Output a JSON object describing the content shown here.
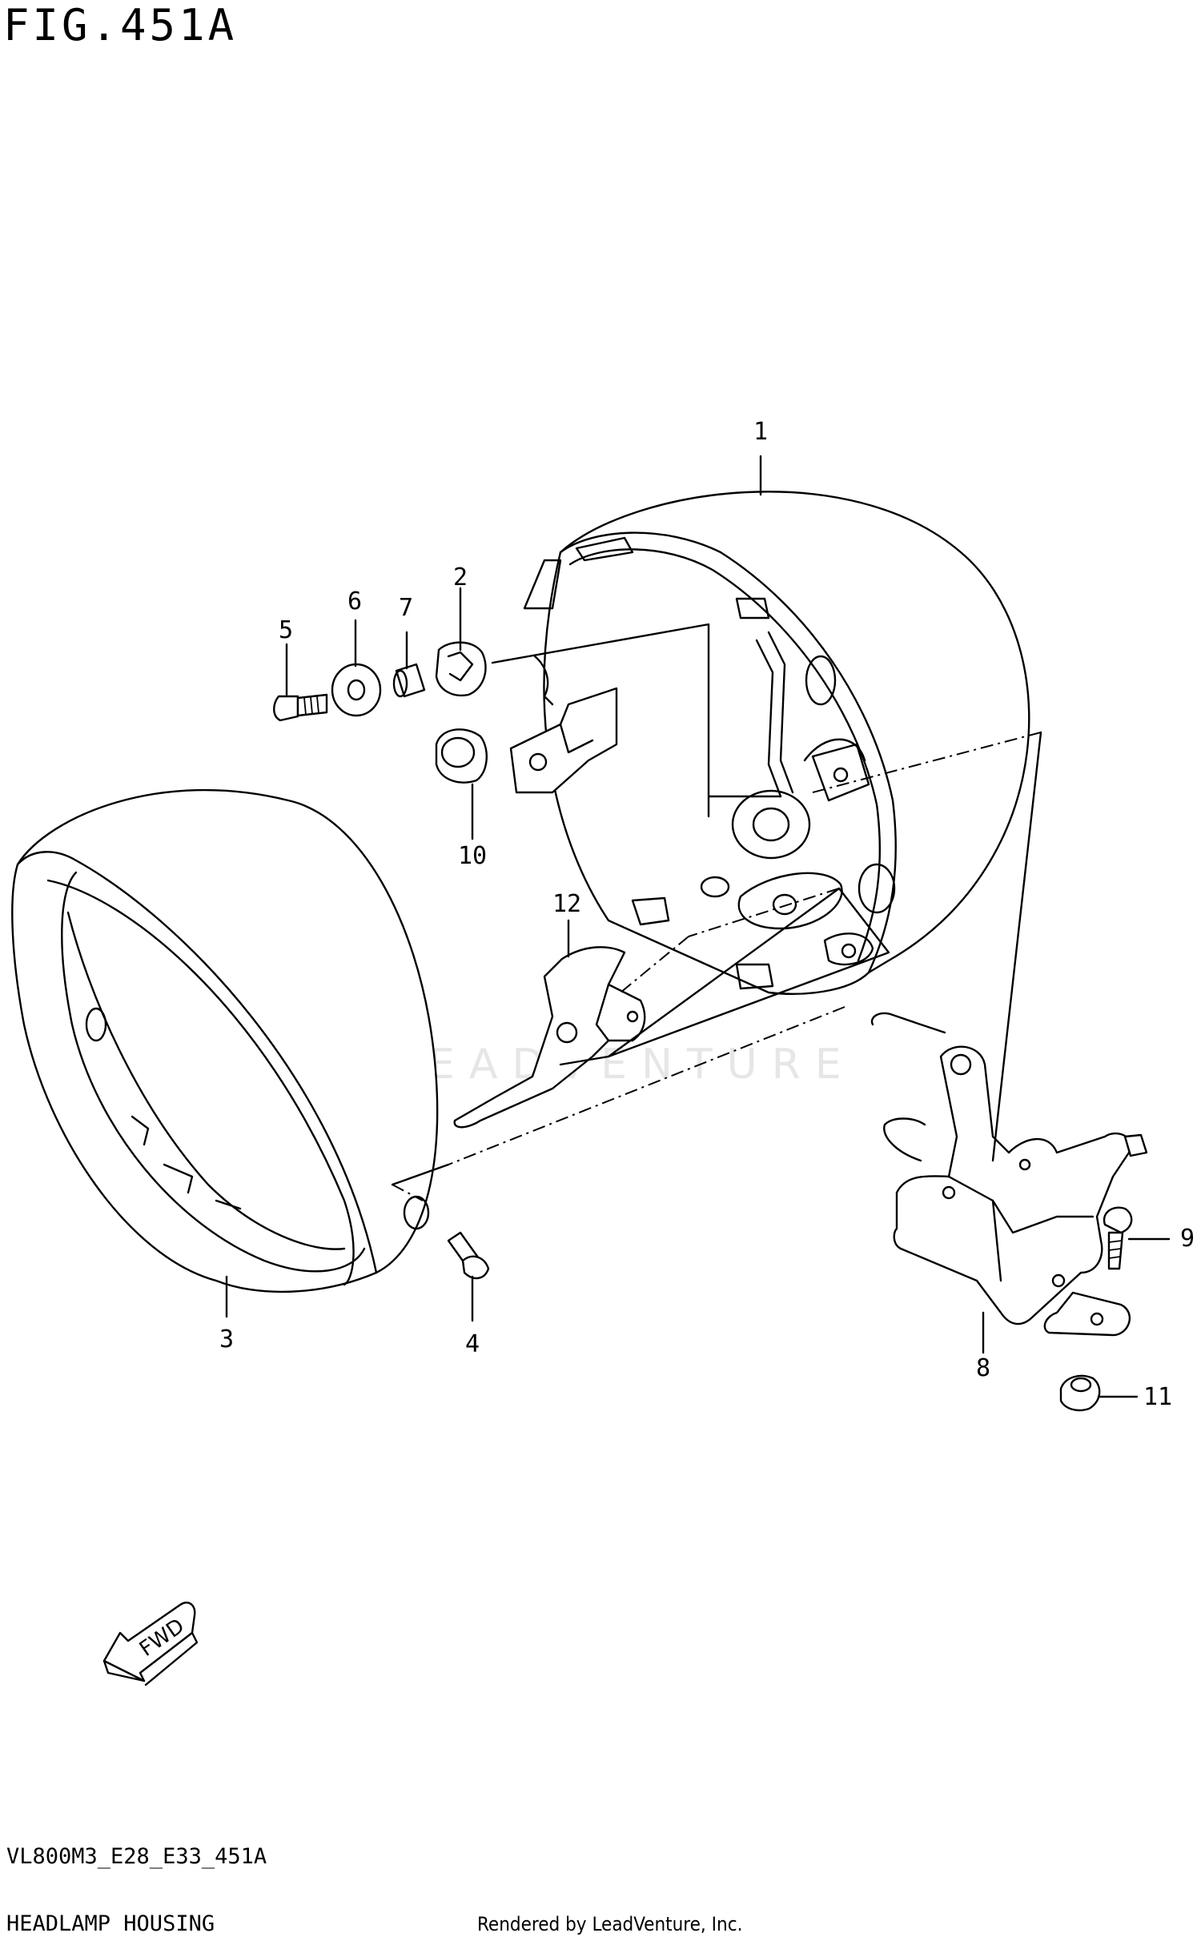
{
  "figure": {
    "title": "FIG.451A",
    "code": "VL800M3_E28_E33_451A",
    "name": "HEADLAMP HOUSING",
    "credit": "Rendered by LeadVenture, Inc.",
    "watermark": "LEADVENTURE",
    "fwd_label": "FWD"
  },
  "callouts": [
    {
      "id": "1",
      "label": "1"
    },
    {
      "id": "2",
      "label": "2"
    },
    {
      "id": "3",
      "label": "3"
    },
    {
      "id": "4",
      "label": "4"
    },
    {
      "id": "5",
      "label": "5"
    },
    {
      "id": "6",
      "label": "6"
    },
    {
      "id": "7",
      "label": "7"
    },
    {
      "id": "8",
      "label": "8"
    },
    {
      "id": "9",
      "label": "9"
    },
    {
      "id": "10",
      "label": "10"
    },
    {
      "id": "11",
      "label": "11"
    },
    {
      "id": "12",
      "label": "12"
    }
  ],
  "colors": {
    "line": "#000000",
    "background": "#ffffff",
    "watermark": "#e6e6e6"
  }
}
